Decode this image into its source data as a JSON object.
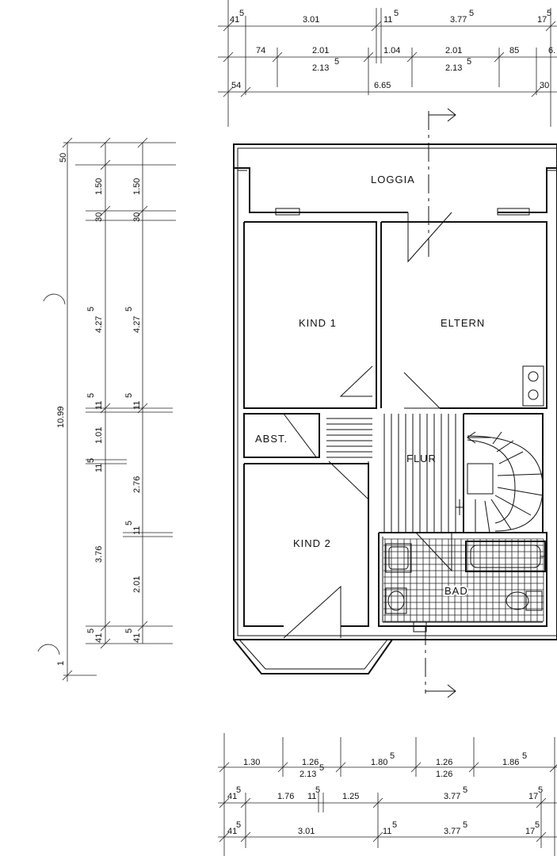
{
  "rooms": {
    "loggia": "LOGGIA",
    "kind1": "KIND 1",
    "eltern": "ELTERN",
    "abst": "ABST.",
    "flur": "FLUR",
    "kind2": "KIND 2",
    "bad": "BAD"
  },
  "top_dims": {
    "row1": [
      "41",
      "3.01",
      "11",
      "3.77",
      "17"
    ],
    "row1_sup": [
      "5",
      "",
      "5",
      "5",
      "5"
    ],
    "row2": [
      "74",
      "2.01",
      "1.04",
      "2.01",
      "85",
      "6."
    ],
    "row2_sub": [
      "2.13",
      "2.13"
    ],
    "row2_sub_sup": [
      "5",
      "5"
    ],
    "row3": [
      "54",
      "6.65",
      "30"
    ]
  },
  "left_dims": {
    "outer": [
      "50",
      "1.50",
      "30",
      "4.27",
      "11",
      "1.01",
      "11",
      "3.76",
      "41",
      "1"
    ],
    "outer_sup": [
      "",
      "",
      "",
      "5",
      "5",
      "",
      "5",
      "",
      "5",
      ""
    ],
    "inner": [
      "1.50",
      "30",
      "4.27",
      "11",
      "2.76",
      "11",
      "2.01",
      "41"
    ],
    "inner_sup": [
      "",
      "",
      "5",
      "5",
      "",
      "5",
      "",
      "5"
    ],
    "total": "10.99"
  },
  "bottom_dims": {
    "row1": [
      "1.30",
      "1.26",
      "1.80",
      "1.26",
      "1.86"
    ],
    "row1_sup": [
      "",
      "",
      "5",
      "",
      "5"
    ],
    "row1_sub": [
      "2.13",
      "1.26"
    ],
    "row1_sub_sup": [
      "5",
      ""
    ],
    "row2": [
      "41",
      "1.76",
      "11",
      "1.25",
      "3.77",
      "17"
    ],
    "row2_sup": [
      "5",
      "",
      "5",
      "",
      "5",
      "5"
    ],
    "row3": [
      "41",
      "3.01",
      "11",
      "3.77",
      "17"
    ],
    "row3_sup": [
      "5",
      "",
      "5",
      "5",
      "5"
    ]
  }
}
